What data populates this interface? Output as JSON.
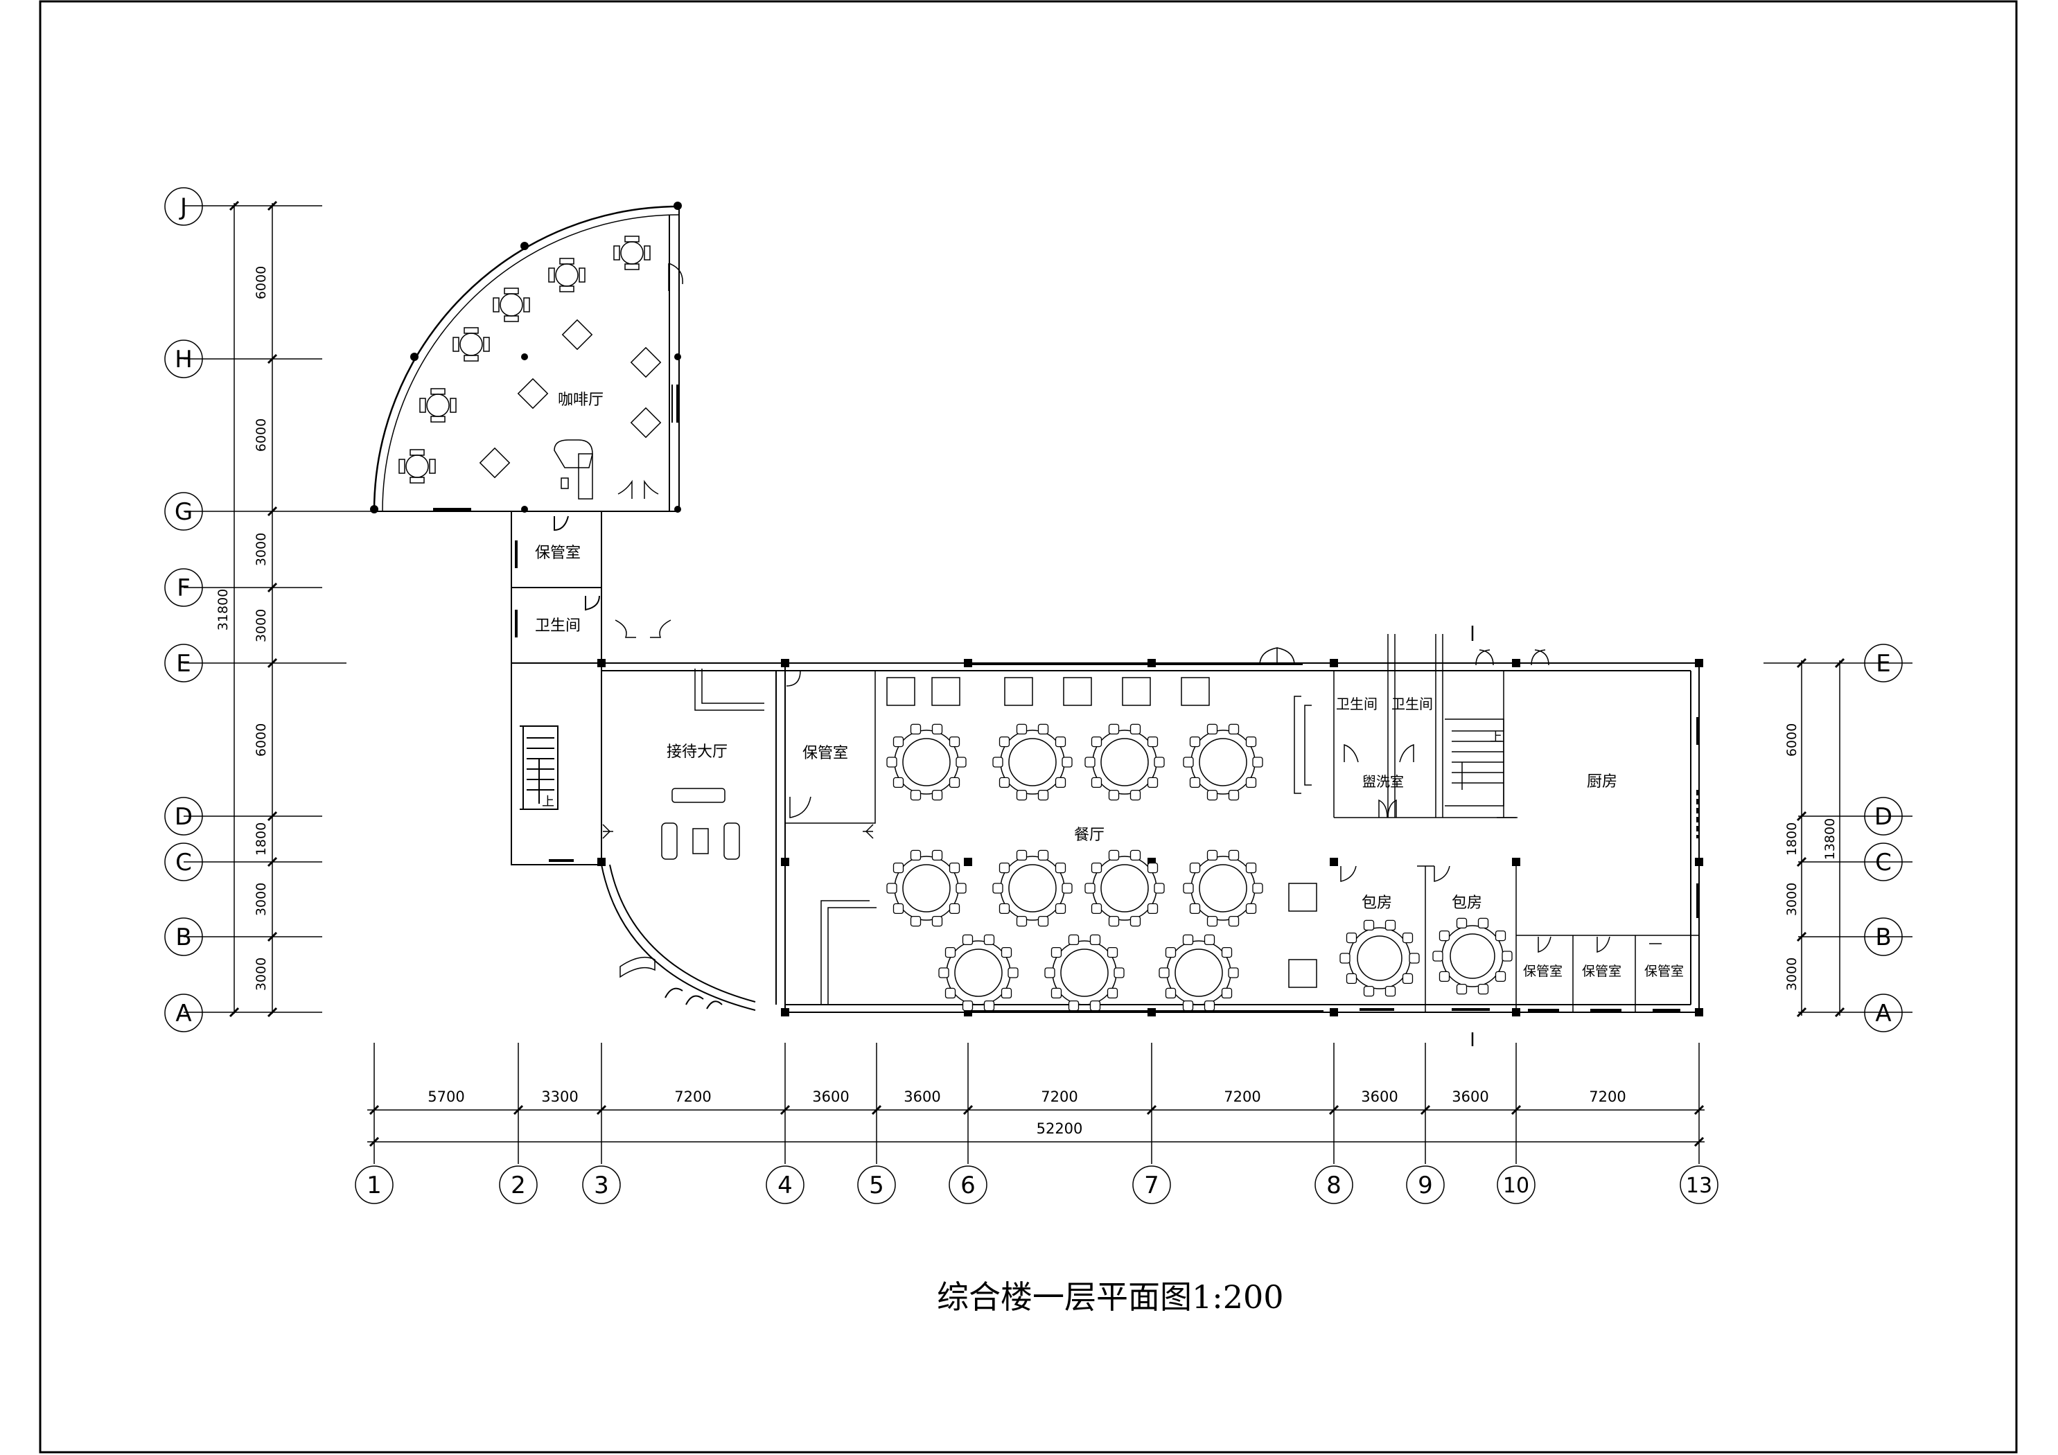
{
  "title": "综合楼一层平面图1:200",
  "axes": {
    "rows": [
      "A",
      "B",
      "C",
      "D",
      "E",
      "F",
      "G",
      "H",
      "J"
    ],
    "right_rows": [
      "A",
      "B",
      "C",
      "D",
      "E"
    ],
    "columns": [
      "1",
      "2",
      "3",
      "4",
      "5",
      "6",
      "7",
      "8",
      "9",
      "10",
      "13"
    ]
  },
  "dimensions": {
    "left": [
      "3000",
      "3000",
      "1800",
      "6000",
      "3000",
      "3000",
      "6000",
      "6000"
    ],
    "left_total": "31800",
    "right": [
      "3000",
      "3000",
      "1800",
      "6000"
    ],
    "right_total": "13800",
    "bottom": [
      "5700",
      "3300",
      "7200",
      "3600",
      "3600",
      "7200",
      "7200",
      "3600",
      "3600",
      "7200"
    ],
    "bottom_total": "52200"
  },
  "rooms": {
    "cafe": "咖啡厅",
    "storage_g": "保管室",
    "toilet_f": "卫生间",
    "stair_left_up": "上",
    "lobby": "接待大厅",
    "storage_lobby": "保管室",
    "dining": "餐厅",
    "toilet_a": "卫生间",
    "toilet_b": "卫生间",
    "washroom": "盥洗室",
    "stair_right_up": "上",
    "kitchen": "厨房",
    "private_1": "包房",
    "private_2": "包房",
    "storage_k1": "保管室",
    "storage_k2": "保管室",
    "storage_k3": "保管室"
  },
  "colors": {
    "line": "#000000",
    "background": "#ffffff"
  }
}
